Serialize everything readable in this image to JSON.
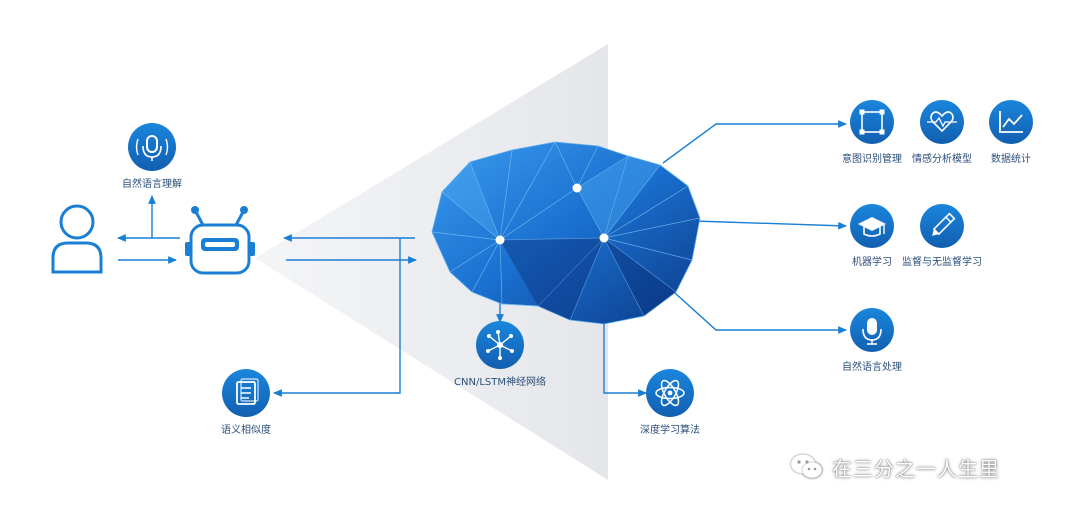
{
  "labels": {
    "nlu": "自然语言理解",
    "semantic_similarity": "语义相似度",
    "nn": "CNN/LSTM神经网络",
    "deep_learning": "深度学习算法",
    "intent": "意图识别管理",
    "sentiment": "情感分析模型",
    "stats": "数据统计",
    "ml": "机器学习",
    "supervised": "监督与无监督学习",
    "nlp": "自然语言处理"
  },
  "watermark": {
    "text": "在三分之一人生里"
  },
  "colors": {
    "primary": "#1a7fd4",
    "icon_dark": "#1566b5",
    "brain_light": "#2f92e6",
    "brain_dark": "#0d3f8e",
    "beam": "#e9ebef",
    "label": "#2c4f7a"
  },
  "icons": [
    "microphone-icon",
    "user-icon",
    "robot-icon",
    "document-icon",
    "neural-network-icon",
    "atom-icon",
    "intent-frame-icon",
    "heart-monitor-icon",
    "line-chart-icon",
    "graduation-cap-icon",
    "pencil-icon",
    "wechat-icon"
  ]
}
